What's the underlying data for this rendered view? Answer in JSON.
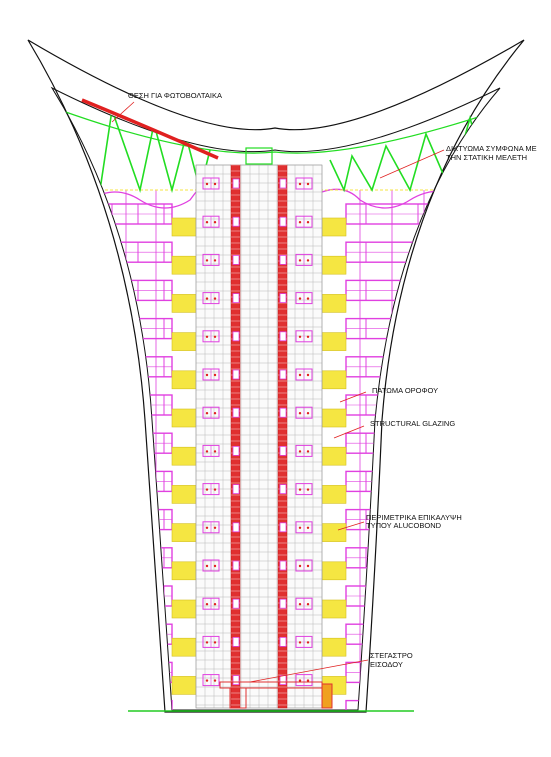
{
  "drawing": {
    "labels": {
      "photovoltaics": "ΘΕΣΗ ΓΙΑ ΦΩΤΟΒΟΛΤΑΙΚΑ",
      "grid_line1": "ΔΙΚΤΥΩΜΑ ΣΥΜΦΩΝΑ ΜΕ",
      "grid_line2": "ΤΗΝ ΣΤΑΤΙΚΗ ΜΕΛΕΤΗ",
      "floor_slab": "ΠΑΤΩΜΑ ΟΡΟΦΟΥ",
      "glazing": "STRUCTURAL GLAZING",
      "cladding_line1": "ΠΕΡΙΜΕΤΡΙΚΑ ΕΠΙΚΑΛΥΨΗ",
      "cladding_line2": "ΤΥΠΟΥ ALUCOBOND",
      "canopy_line1": "ΣΤΕΓΑΣΤΡΟ",
      "canopy_line2": "ΕΙΣΟΔΟΥ"
    },
    "colors": {
      "outline": "#111111",
      "truss": "#22dd22",
      "solar": "#e02020",
      "core": "#e03030",
      "cladding": "#e040e0",
      "glazing": "#f5e642",
      "grid": "#aaaaaa",
      "ground": "#22cc22"
    }
  }
}
